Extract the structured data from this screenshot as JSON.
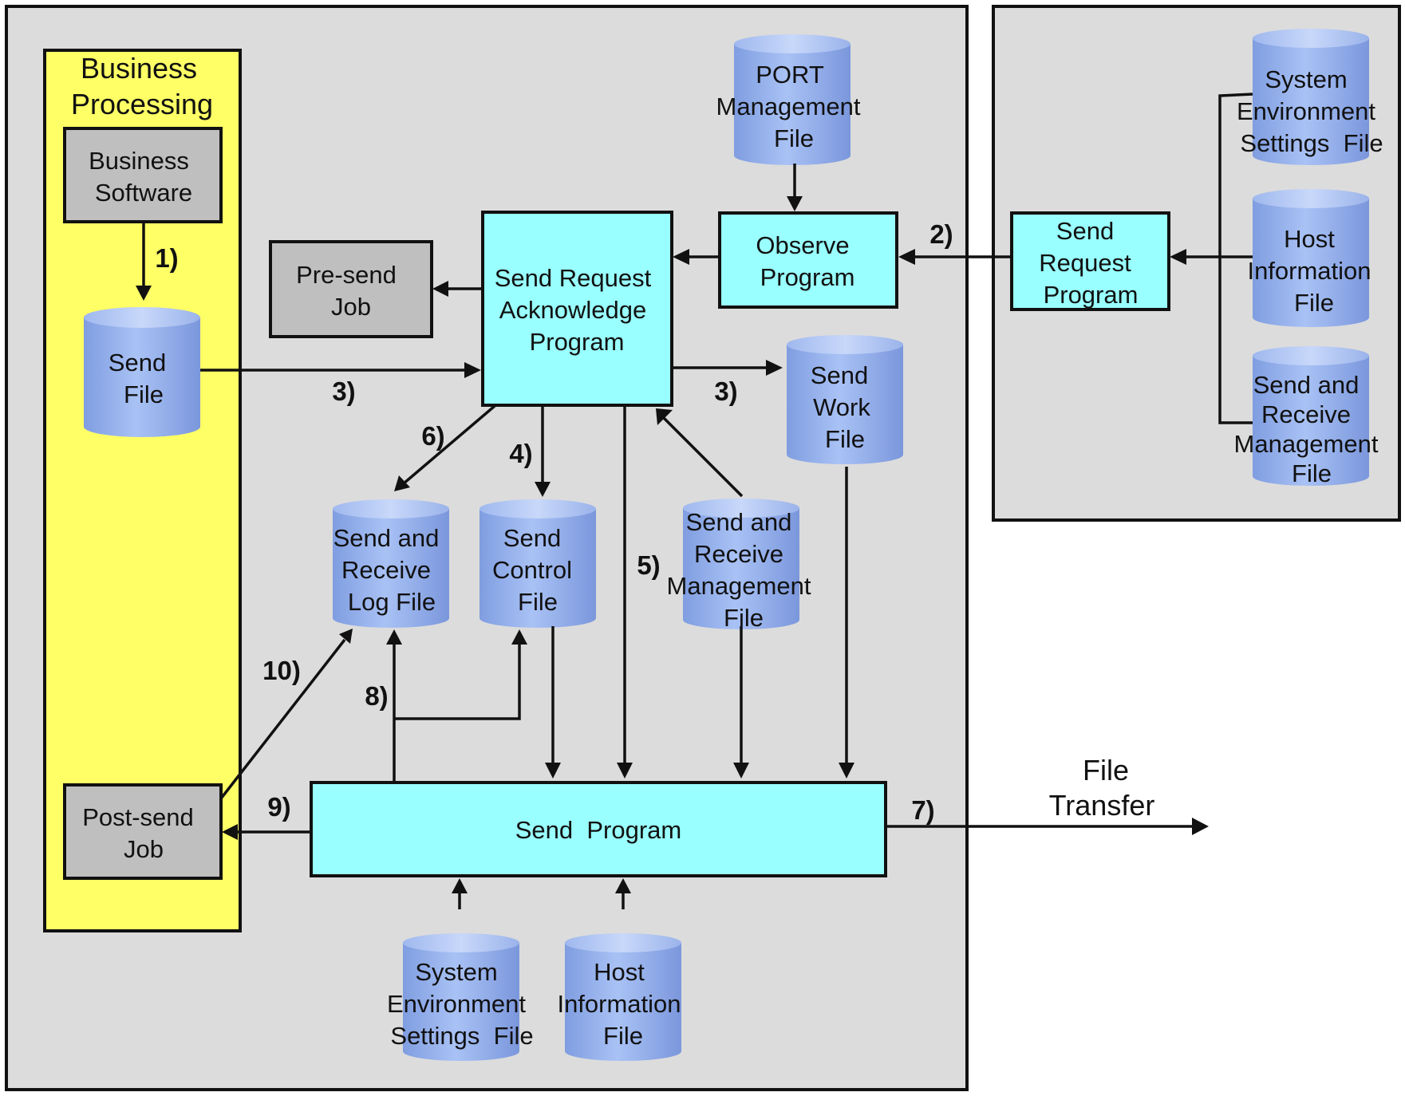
{
  "business_processing": {
    "line1": "Business",
    "line2": "Processing"
  },
  "boxes": {
    "business_software": [
      "Business",
      "Software"
    ],
    "pre_send_job": [
      "Pre-send",
      "Job"
    ],
    "post_send_job": [
      "Post-send",
      "Job"
    ],
    "send_request_ack": [
      "Send Request",
      "Acknowledge",
      "Program"
    ],
    "observe_program": [
      "Observe",
      "Program"
    ],
    "send_request_program": [
      "Send",
      "Request",
      "Program"
    ],
    "send_program": [
      "Send  Program"
    ]
  },
  "files": {
    "port_management": [
      "PORT",
      "Management",
      "File"
    ],
    "send_file": [
      "Send",
      "File"
    ],
    "send_work": [
      "Send",
      "Work",
      "File"
    ],
    "log_file": [
      "Send and",
      "Receive",
      "Log File"
    ],
    "control_file": [
      "Send",
      "Control",
      "File"
    ],
    "mgmt_file_mid": [
      "Send and",
      "Receive",
      "Management",
      "File"
    ],
    "sys_env_right": [
      "System",
      "Environment",
      "Settings  File"
    ],
    "host_info_right": [
      "Host",
      "Information",
      "File"
    ],
    "mgmt_file_right": [
      "Send and",
      "Receive",
      "Management",
      "File"
    ],
    "sys_env_bottom": [
      "System",
      "Environment",
      "Settings  File"
    ],
    "host_info_bottom": [
      "Host",
      "Information",
      "File"
    ]
  },
  "steps": {
    "s1": "1)",
    "s2": "2)",
    "s3a": "3)",
    "s3b": "3)",
    "s4": "4)",
    "s5": "5)",
    "s6": "6)",
    "s7": "7)",
    "s8": "8)",
    "s9": "9)",
    "s10": "10)"
  },
  "file_transfer": [
    "File",
    "Transfer"
  ]
}
